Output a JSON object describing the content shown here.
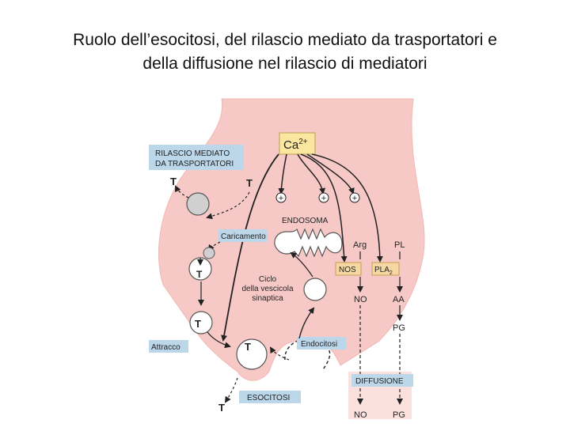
{
  "title": {
    "line1": "Ruolo dell’esocitosi, del rilascio mediato da trasportatori e",
    "line2": "della diffusione nel rilascio di mediatori"
  },
  "diagram": {
    "ca_ion": "Ca",
    "ca_charge": "2+",
    "transport_box_line1": "RILASCIO MEDIATO",
    "transport_box_line2": "DA TRASPORTATORI",
    "t_label": "T",
    "plus": "+",
    "endosome": "ENDOSOMA",
    "loading": "Caricamento",
    "cycle_line1": "Ciclo",
    "cycle_line2": "della vescicola",
    "cycle_line3": "sinaptica",
    "docking": "Attracco",
    "endocytosis": "Endocitosi",
    "exocytosis": "ESOCITOSI",
    "arg": "Arg",
    "pl": "PL",
    "nos": "NOS",
    "pla_main": "PLA",
    "pla_sub": "2",
    "no": "NO",
    "aa": "AA",
    "pg": "PG",
    "diffusion": "DIFFUSIONE"
  },
  "colors": {
    "terminal_fill": "#f7c9c6",
    "terminal_edge": "#f2b8b2",
    "label_box": "#bcd7ea",
    "ca_box": "#fbe6a0",
    "enzyme_box": "#f5d7a2",
    "vesicle_grey": "#d0d0d0"
  }
}
